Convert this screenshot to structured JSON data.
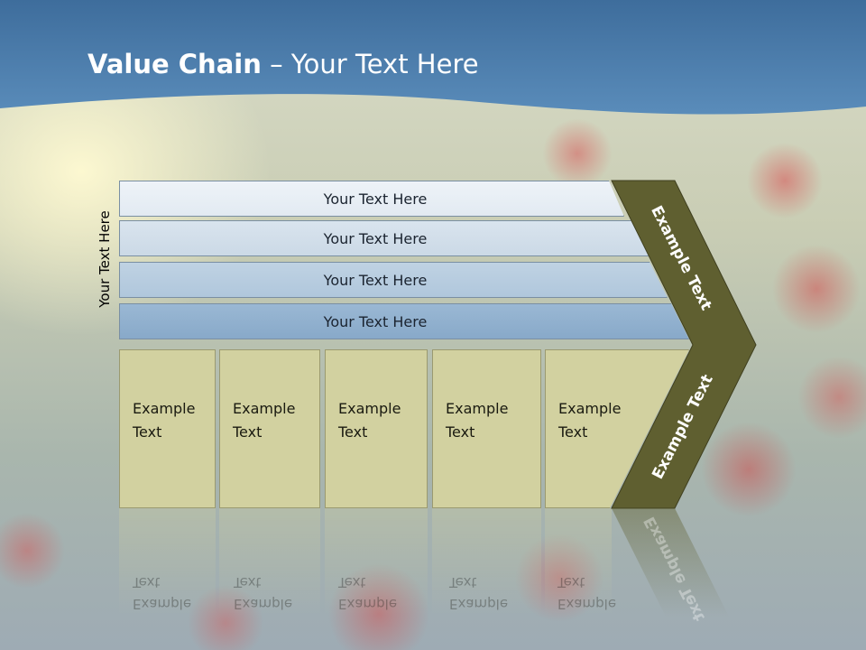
{
  "slide": {
    "title_bold": "Value Chain",
    "title_rest": " – Your Text Here",
    "vertical_label": "Your Text Here"
  },
  "bars": [
    {
      "label": "Your Text Here"
    },
    {
      "label": "Your Text Here"
    },
    {
      "label": "Your Text Here"
    },
    {
      "label": "Your Text Here"
    }
  ],
  "boxes": [
    {
      "line1": "Example",
      "line2": "Text"
    },
    {
      "line1": "Example",
      "line2": "Text"
    },
    {
      "line1": "Example",
      "line2": "Text"
    },
    {
      "line1": "Example",
      "line2": "Text"
    },
    {
      "line1": "Example",
      "line2": "Text"
    }
  ],
  "arrow": {
    "upper_label": "Example Text",
    "lower_label": "Example Text"
  },
  "colors": {
    "header_blue": "#4f7fae",
    "arrow_olive": "#5f5f30",
    "box_fill": "#d2d1a0"
  }
}
